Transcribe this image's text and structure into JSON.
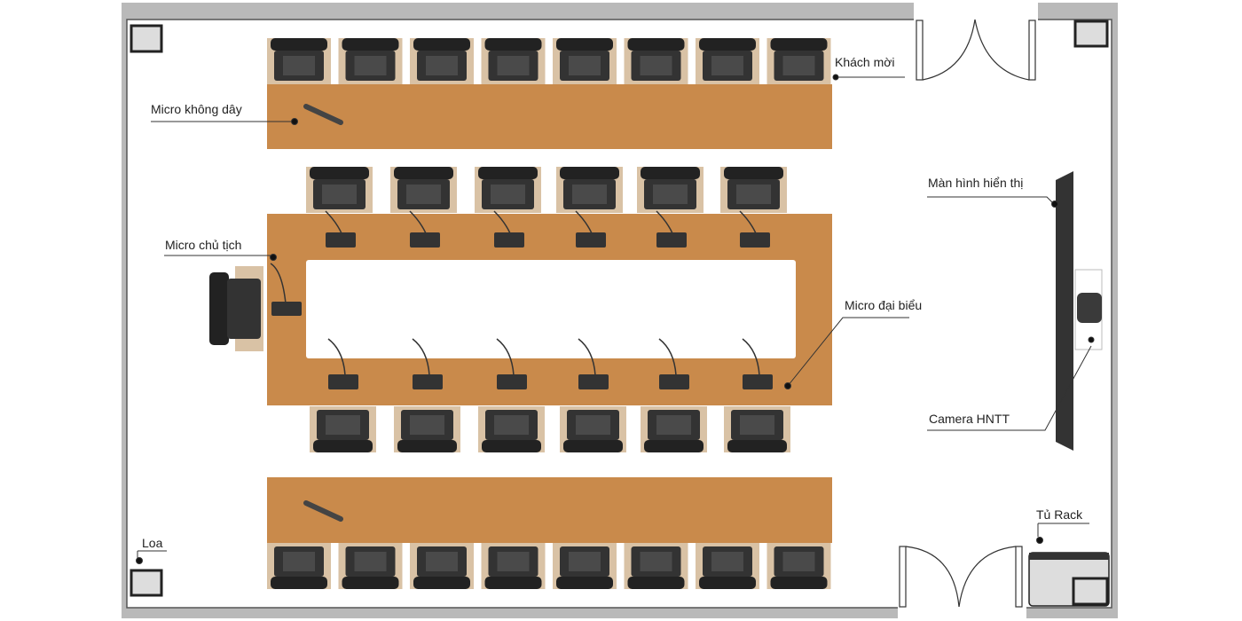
{
  "title": "Meeting room floor plan",
  "labels": {
    "guest": "Khách mời",
    "wireless_mic": "Micro không dây",
    "chairman_mic": "Micro chủ tịch",
    "delegate_mic": "Micro đại biểu",
    "display": "Màn hình hiển thị",
    "camera": "Camera HNTT",
    "rack": "Tủ Rack",
    "speaker": "Loa"
  },
  "counts": {
    "top_row_chairs": 8,
    "middle_top_chairs": 6,
    "middle_bottom_chairs": 6,
    "bottom_row_chairs": 8,
    "delegate_mics_per_side": 6
  },
  "colors": {
    "wall": "#b9b9b9",
    "table": "#c98a4b",
    "chair": "#222222",
    "chair_side": "#d9c2a5"
  }
}
